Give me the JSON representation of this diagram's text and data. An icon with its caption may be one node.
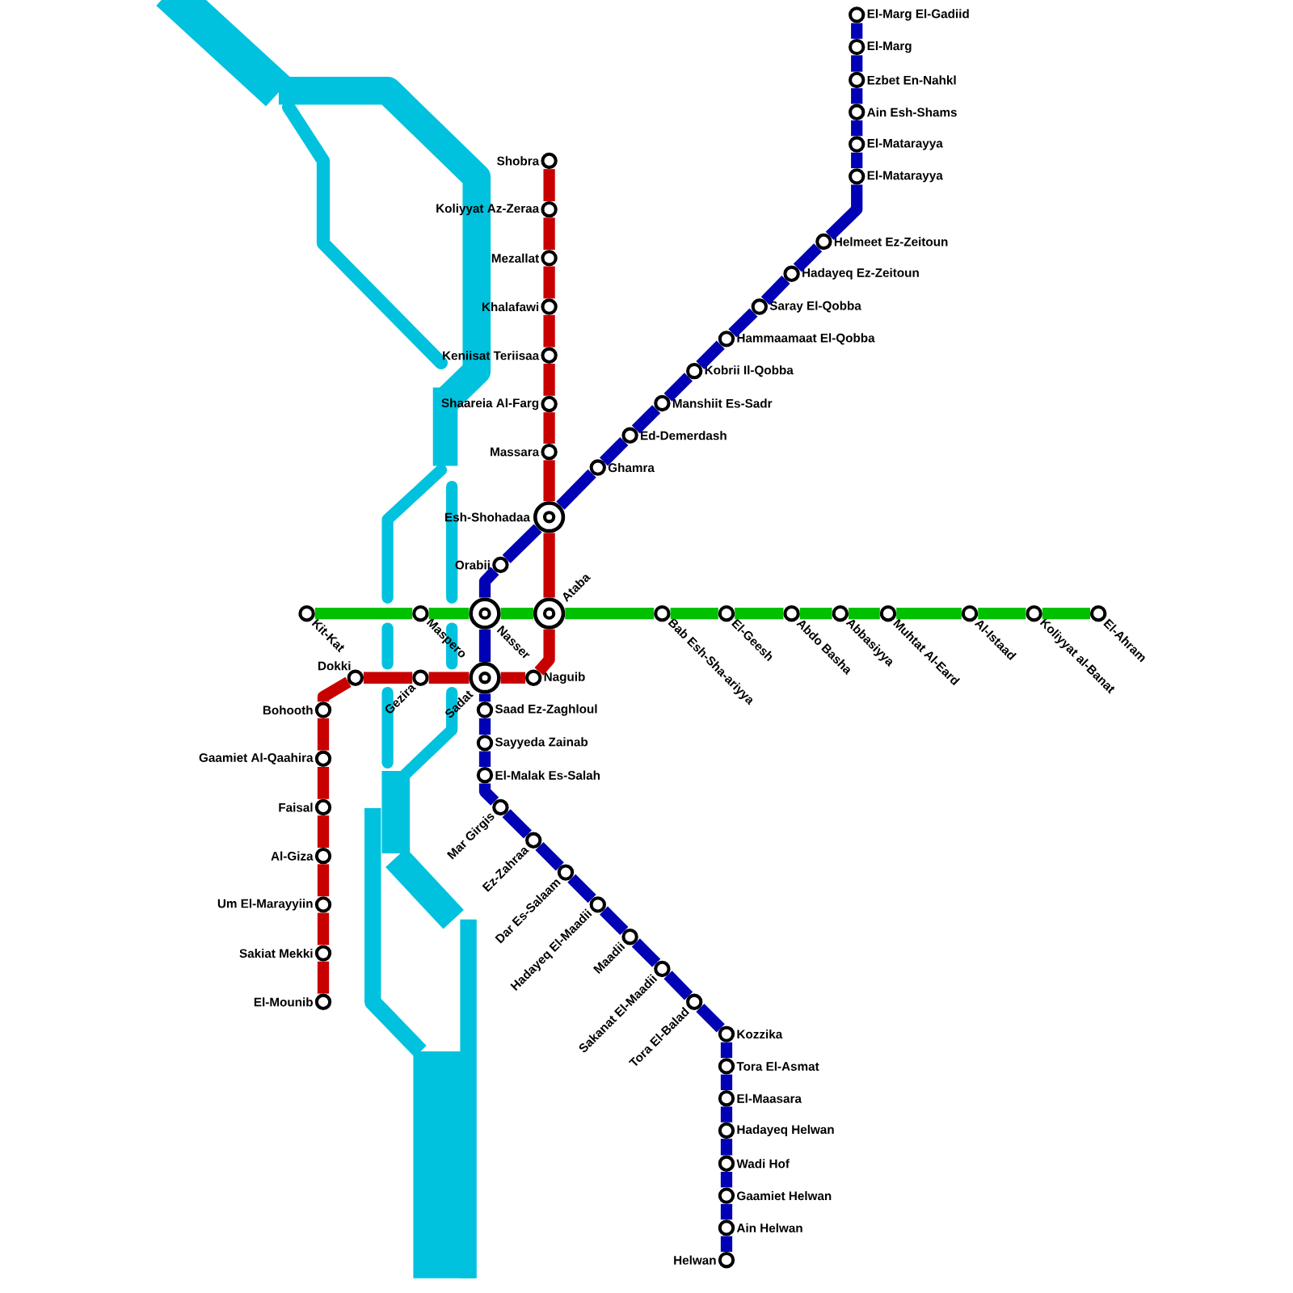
{
  "diagram": {
    "nodes": [
      {
        "text": [
          "Shobra"
        ]
      },
      {
        "text": [
          "Koliyyat Az-Zeraa"
        ]
      },
      {
        "text": [
          "Mezallat"
        ]
      },
      {
        "text": [
          "Khalafawi"
        ]
      },
      {
        "text": [
          "Keniisat Teriisaa"
        ]
      },
      {
        "text": [
          "Shaareia Al-Farg"
        ]
      },
      {
        "text": [
          "Massara"
        ]
      },
      {
        "text": [
          "Esh-Shohadaa"
        ]
      },
      {
        "text": [
          "Ataba"
        ]
      },
      {
        "text": [
          "Naguib"
        ]
      },
      {
        "text": [
          "Sadat"
        ]
      },
      {
        "text": [
          "Gezira"
        ]
      },
      {
        "text": [
          "Dokki"
        ]
      },
      {
        "text": [
          "Bohooth"
        ]
      },
      {
        "text": [
          "Gaamiet Al-Qaahira"
        ]
      },
      {
        "text": [
          "Faisal"
        ]
      },
      {
        "text": [
          "Al-Giza"
        ]
      },
      {
        "text": [
          "Um El-Marayyiin"
        ]
      },
      {
        "text": [
          "Sakiat Mekki"
        ]
      },
      {
        "text": [
          "El-Mounib"
        ]
      },
      {
        "text": [
          "El-Marg El-Gadiid"
        ]
      },
      {
        "text": [
          "El-Marg"
        ]
      },
      {
        "text": [
          "Ezbet En-Nahkl"
        ]
      },
      {
        "text": [
          "Ain Esh-Shams"
        ]
      },
      {
        "text": [
          "El-Matarayya"
        ]
      },
      {
        "text": [
          "El-Matarayya"
        ]
      },
      {
        "text": [
          "Helmeet Ez-Zeitoun"
        ]
      },
      {
        "text": [
          "Hadayeq Ez-Zeitoun"
        ]
      },
      {
        "text": [
          "Saray El-Qobba"
        ]
      },
      {
        "text": [
          "Hammaamaat El-Qobba"
        ]
      },
      {
        "text": [
          "Kobrii Il-Qobba"
        ]
      },
      {
        "text": [
          "Manshiit Es-Sadr"
        ]
      },
      {
        "text": [
          "Ed-Demerdash"
        ]
      },
      {
        "text": [
          "Ghamra"
        ]
      },
      {
        "text": [
          "Orabii"
        ]
      },
      {
        "text": [
          "Nasser"
        ]
      },
      {
        "text": [
          "Saad Ez-Zaghloul"
        ]
      },
      {
        "text": [
          "Sayyeda Zainab"
        ]
      },
      {
        "text": [
          "El-Malak Es-Salah"
        ]
      },
      {
        "text": [
          "Mar Girgis"
        ]
      },
      {
        "text": [
          "Ez-Zahraa"
        ]
      },
      {
        "text": [
          "Dar Es-Salaam"
        ]
      },
      {
        "text": [
          "Hadayeq El-Maadii"
        ]
      },
      {
        "text": [
          "Maadii"
        ]
      },
      {
        "text": [
          "Sakanat El-Maadii"
        ]
      },
      {
        "text": [
          "Tora El-Balad"
        ]
      },
      {
        "text": [
          "Kozzika"
        ]
      },
      {
        "text": [
          "Tora El-Asmat"
        ]
      },
      {
        "text": [
          "El-Maasara"
        ]
      },
      {
        "text": [
          "Hadayeq Helwan"
        ]
      },
      {
        "text": [
          "Wadi Hof"
        ]
      },
      {
        "text": [
          "Gaamiet Helwan"
        ]
      },
      {
        "text": [
          "Ain Helwan"
        ]
      },
      {
        "text": [
          "Helwan"
        ]
      },
      {
        "text": [
          "Kit-Kat"
        ]
      },
      {
        "text": [
          "Maspero"
        ]
      },
      {
        "text": [
          "Bab Esh-Sha-ariyya"
        ]
      },
      {
        "text": [
          "El-Geesh"
        ]
      },
      {
        "text": [
          "Abdo Basha"
        ]
      },
      {
        "text": [
          "Abbasiyya"
        ]
      },
      {
        "text": [
          "Muhtat Al-Eard"
        ]
      },
      {
        "text": [
          "Al-Istaad"
        ]
      },
      {
        "text": [
          "Koliyyat al-Banat"
        ]
      },
      {
        "text": [
          "El-Ahram"
        ]
      }
    ],
    "edges": [
      {
        "from": 0,
        "to": 1,
        "arrow": "none",
        "color": "#c80000"
      },
      {
        "from": 1,
        "to": 2,
        "arrow": "none",
        "color": "#c80000"
      },
      {
        "from": 2,
        "to": 3,
        "arrow": "none",
        "color": "#c80000"
      },
      {
        "from": 3,
        "to": 4,
        "arrow": "none",
        "color": "#c80000"
      },
      {
        "from": 4,
        "to": 5,
        "arrow": "none",
        "color": "#c80000"
      },
      {
        "from": 5,
        "to": 6,
        "arrow": "none",
        "color": "#c80000"
      },
      {
        "from": 6,
        "to": 7,
        "arrow": "none",
        "color": "#c80000"
      },
      {
        "from": 7,
        "to": 8,
        "arrow": "none",
        "color": "#c80000"
      },
      {
        "from": 8,
        "to": 9,
        "arrow": "none",
        "color": "#c80000"
      },
      {
        "from": 9,
        "to": 10,
        "arrow": "none",
        "color": "#c80000"
      },
      {
        "from": 10,
        "to": 11,
        "arrow": "none",
        "color": "#c80000"
      },
      {
        "from": 11,
        "to": 12,
        "arrow": "none",
        "color": "#c80000"
      },
      {
        "from": 12,
        "to": 13,
        "arrow": "none",
        "color": "#c80000"
      },
      {
        "from": 13,
        "to": 14,
        "arrow": "none",
        "color": "#c80000"
      },
      {
        "from": 14,
        "to": 15,
        "arrow": "none",
        "color": "#c80000"
      },
      {
        "from": 15,
        "to": 16,
        "arrow": "none",
        "color": "#c80000"
      },
      {
        "from": 16,
        "to": 17,
        "arrow": "none",
        "color": "#c80000"
      },
      {
        "from": 17,
        "to": 18,
        "arrow": "none",
        "color": "#c80000"
      },
      {
        "from": 18,
        "to": 19,
        "arrow": "none",
        "color": "#c80000"
      },
      {
        "from": 20,
        "to": 21,
        "arrow": "none"
      },
      {
        "from": 21,
        "to": 22,
        "arrow": "none"
      },
      {
        "from": 22,
        "to": 23,
        "arrow": "none"
      },
      {
        "from": 23,
        "to": 24,
        "arrow": "none"
      },
      {
        "from": 24,
        "to": 25,
        "arrow": "none"
      },
      {
        "from": 25,
        "to": 26,
        "arrow": "none"
      },
      {
        "from": 26,
        "to": 27,
        "arrow": "none"
      },
      {
        "from": 27,
        "to": 28,
        "arrow": "none"
      },
      {
        "from": 28,
        "to": 29,
        "arrow": "none"
      },
      {
        "from": 29,
        "to": 30,
        "arrow": "none"
      },
      {
        "from": 30,
        "to": 31,
        "arrow": "none"
      },
      {
        "from": 31,
        "to": 32,
        "arrow": "none"
      },
      {
        "from": 32,
        "to": 33,
        "arrow": "none"
      },
      {
        "from": 33,
        "to": 7,
        "arrow": "none"
      },
      {
        "from": 7,
        "to": 34,
        "arrow": "none"
      },
      {
        "from": 34,
        "to": 35,
        "arrow": "none"
      },
      {
        "from": 35,
        "to": 10,
        "arrow": "none"
      },
      {
        "from": 10,
        "to": 36,
        "arrow": "none"
      },
      {
        "from": 36,
        "to": 37,
        "arrow": "none"
      },
      {
        "from": 37,
        "to": 38,
        "arrow": "none"
      },
      {
        "from": 38,
        "to": 39,
        "arrow": "none"
      },
      {
        "from": 39,
        "to": 40,
        "arrow": "none"
      },
      {
        "from": 40,
        "to": 41,
        "arrow": "none"
      },
      {
        "from": 41,
        "to": 42,
        "arrow": "none"
      },
      {
        "from": 42,
        "to": 43,
        "arrow": "none"
      },
      {
        "from": 43,
        "to": 44,
        "arrow": "none"
      },
      {
        "from": 44,
        "to": 45,
        "arrow": "none"
      },
      {
        "from": 45,
        "to": 46,
        "arrow": "none"
      },
      {
        "from": 46,
        "to": 47,
        "arrow": "none"
      },
      {
        "from": 47,
        "to": 48,
        "arrow": "none"
      },
      {
        "from": 48,
        "to": 49,
        "arrow": "none"
      },
      {
        "from": 49,
        "to": 50,
        "arrow": "none"
      },
      {
        "from": 50,
        "to": 51,
        "arrow": "none"
      },
      {
        "from": 51,
        "to": 52,
        "arrow": "none"
      },
      {
        "from": 52,
        "to": 53,
        "arrow": "none"
      },
      {
        "from": 54,
        "to": 55,
        "arrow": "none",
        "color": "#00c000"
      },
      {
        "from": 55,
        "to": 35,
        "arrow": "none",
        "color": "#00c000"
      },
      {
        "from": 35,
        "to": 8,
        "arrow": "none",
        "color": "#00c000"
      },
      {
        "from": 8,
        "to": 56,
        "arrow": "none",
        "color": "#00c000"
      },
      {
        "from": 56,
        "to": 57,
        "arrow": "none",
        "color": "#00c000"
      },
      {
        "from": 57,
        "to": 58,
        "arrow": "none",
        "color": "#00c000"
      },
      {
        "from": 58,
        "to": 59,
        "arrow": "none",
        "color": "#00c000"
      },
      {
        "from": 59,
        "to": 60,
        "arrow": "none",
        "color": "#00c000"
      },
      {
        "from": 60,
        "to": 61,
        "arrow": "none",
        "color": "#00c000"
      },
      {
        "from": 61,
        "to": 62,
        "arrow": "none",
        "color": "#00c000"
      },
      {
        "from": 62,
        "to": 63,
        "arrow": "none",
        "color": "#00c000"
      }
    ]
  }
}
